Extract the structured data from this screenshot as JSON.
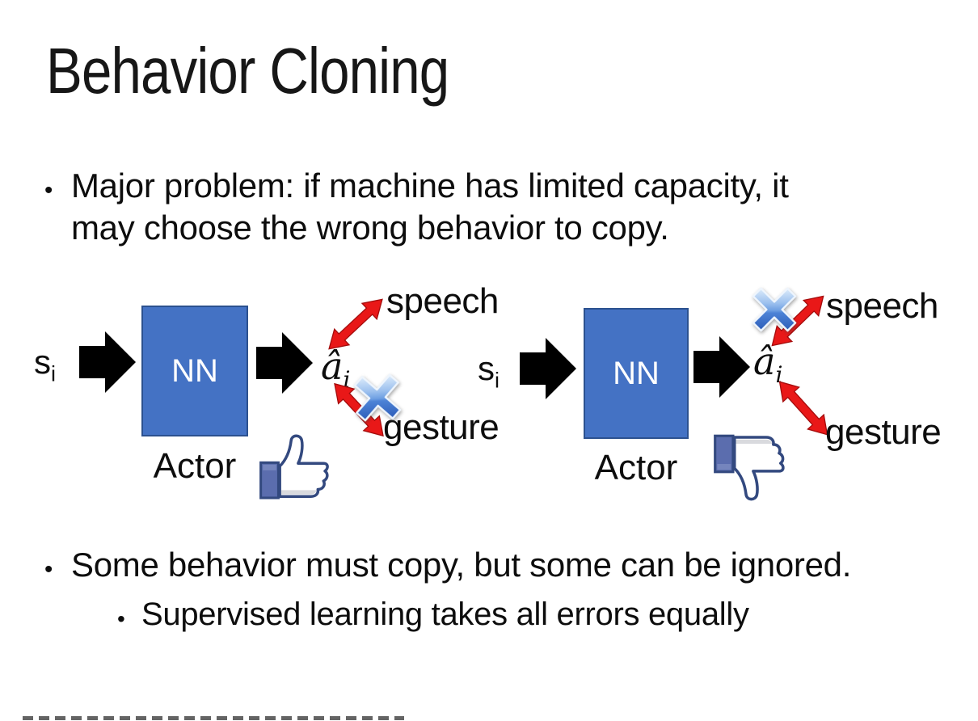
{
  "bullet_char": "•",
  "title": "Behavior Cloning",
  "bullets": {
    "b1_line1": "Major problem: if machine has limited capacity, it",
    "b1_line2": "may choose the wrong behavior to copy.",
    "b2": "Some behavior must copy, but some can be ignored.",
    "b2_sub": "Supervised learning takes all errors equally"
  },
  "diagrams": {
    "left": {
      "input_main": "s",
      "input_sub": "i",
      "box_label": "NN",
      "output_main": "â",
      "output_sub": "i",
      "speech_label": "speech",
      "gesture_label": "gesture",
      "actor_label": "Actor",
      "feedback_icon": "thumbs-up-icon",
      "crossed_out": "gesture"
    },
    "right": {
      "input_main": "s",
      "input_sub": "i",
      "box_label": "NN",
      "output_main": "â",
      "output_sub": "i",
      "speech_label": "speech",
      "gesture_label": "gesture",
      "actor_label": "Actor",
      "feedback_icon": "thumbs-down-icon",
      "crossed_out": "speech"
    }
  },
  "colors": {
    "nn_box_fill": "#4472C4",
    "nn_box_border": "#2C518F",
    "arrow_black": "#000000",
    "arrow_red": "#E91818",
    "cross_blue": "#4A80D8",
    "thumb_navy": "#33497F",
    "thumb_cuff": "#5B6DAE",
    "text": "#0D0D0D"
  }
}
